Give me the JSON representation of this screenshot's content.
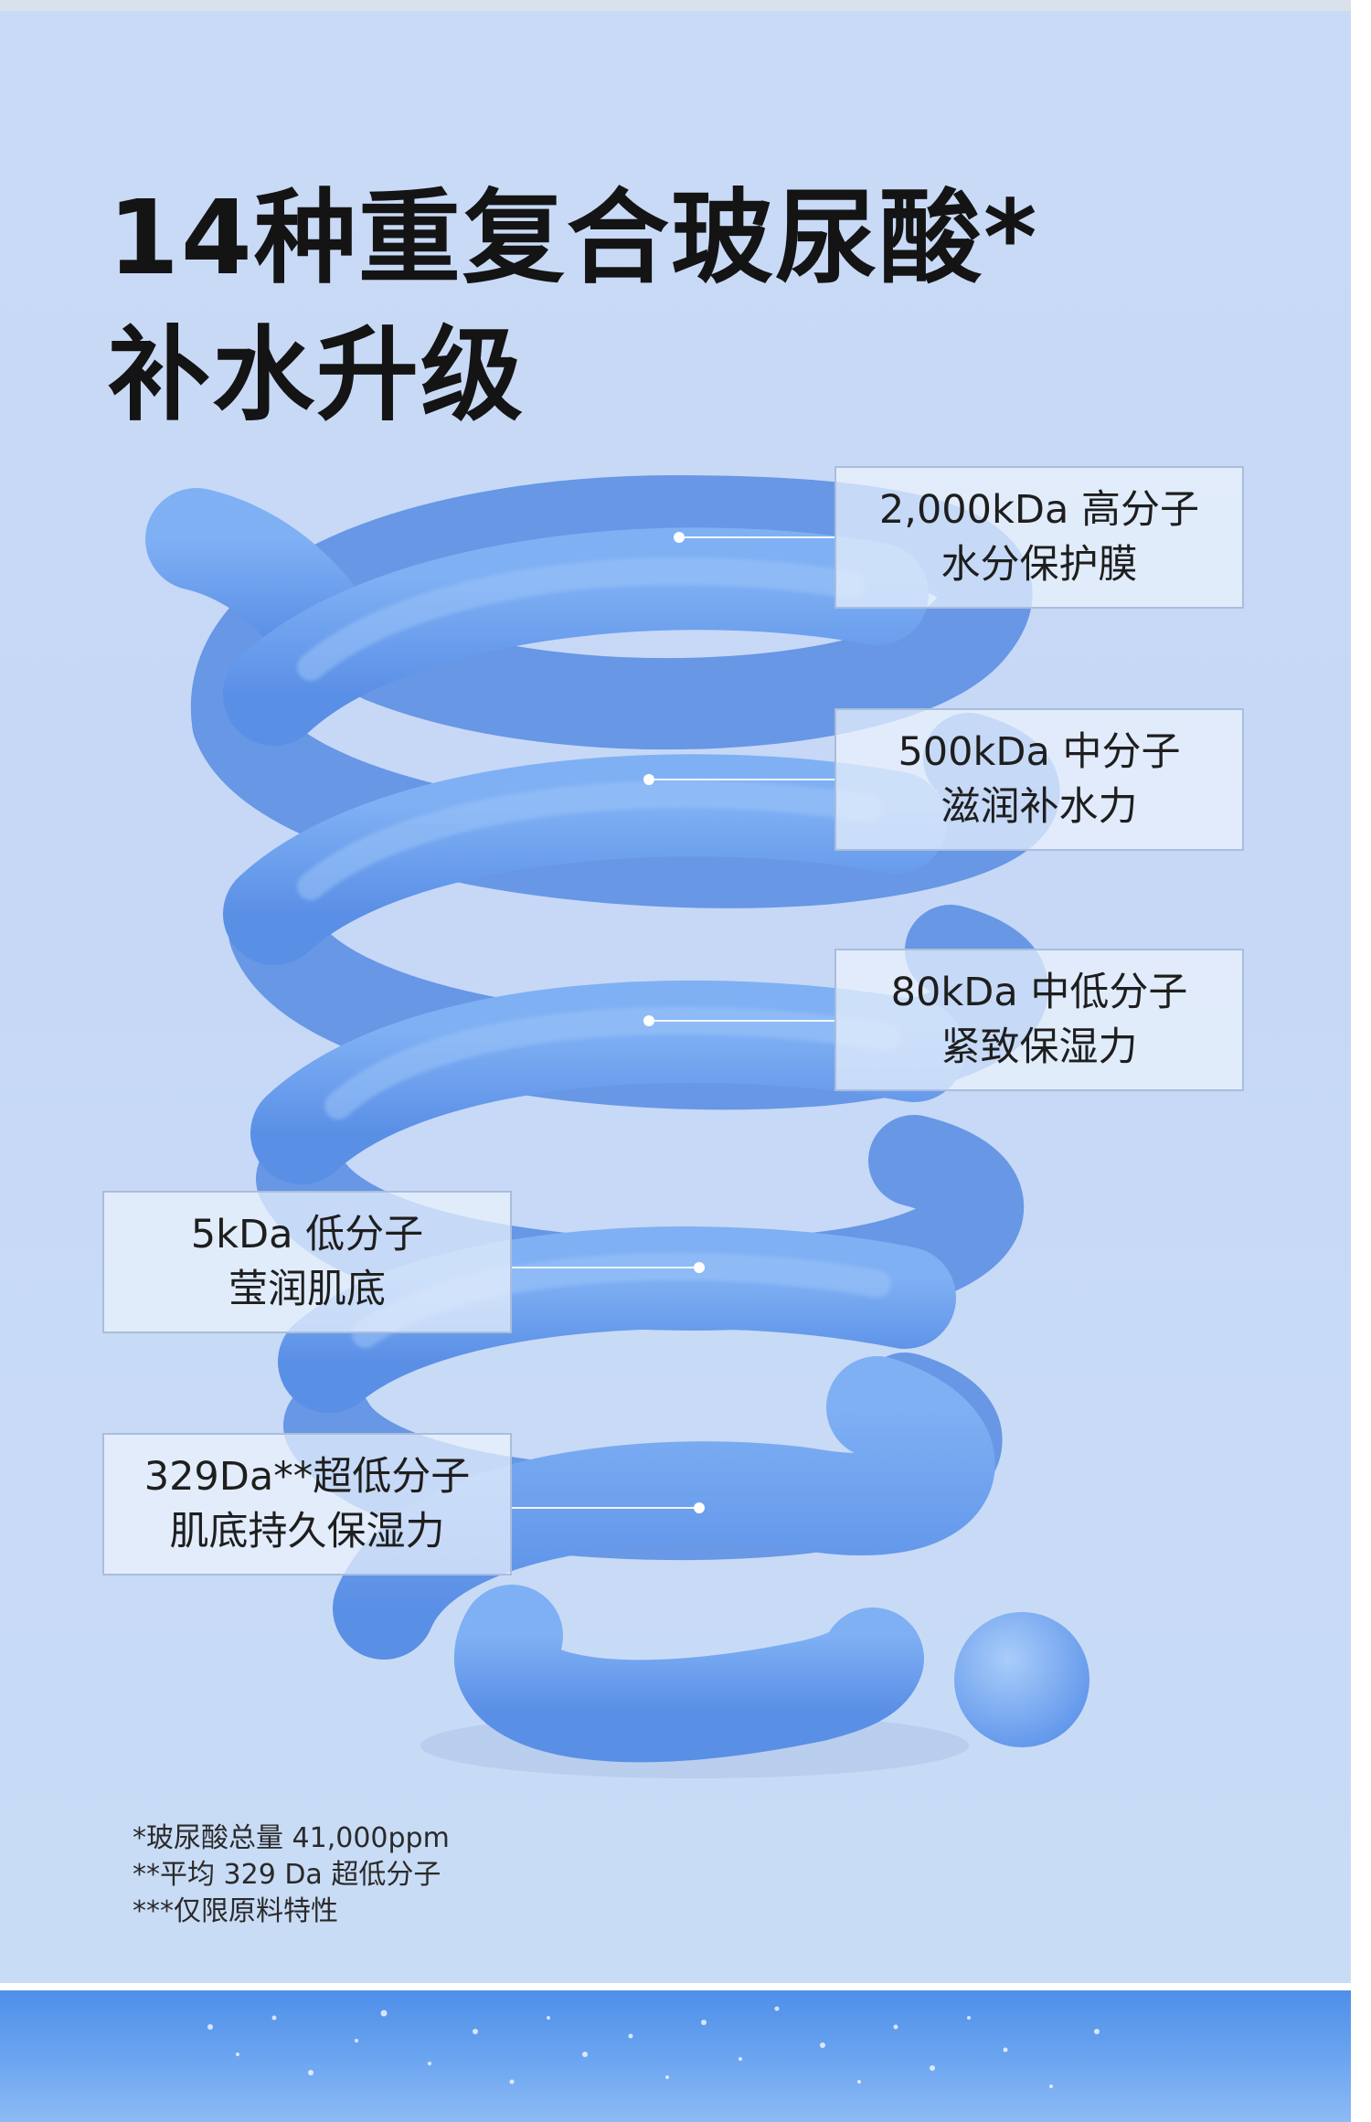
{
  "headline": {
    "line1": "14种重复合玻尿酸*",
    "line2": "补水升级"
  },
  "callouts": [
    {
      "line1": "2,000kDa 高分子",
      "line2": "水分保护膜"
    },
    {
      "line1": "500kDa 中分子",
      "line2": "滋润补水力"
    },
    {
      "line1": "80kDa 中低分子",
      "line2": "紧致保湿力"
    },
    {
      "line1": "5kDa 低分子",
      "line2": "莹润肌底"
    },
    {
      "line1": "329Da**超低分子",
      "line2": "肌底持久保湿力"
    }
  ],
  "footnotes": [
    "*玻尿酸总量 41,000ppm",
    "**平均 329 Da 超低分子",
    "***仅限原料特性"
  ],
  "colors": {
    "background": "#c9daf6",
    "spiral_blue": "#6ea1ee",
    "headline_text": "#141414",
    "bottom_band": "#5a97ea"
  }
}
